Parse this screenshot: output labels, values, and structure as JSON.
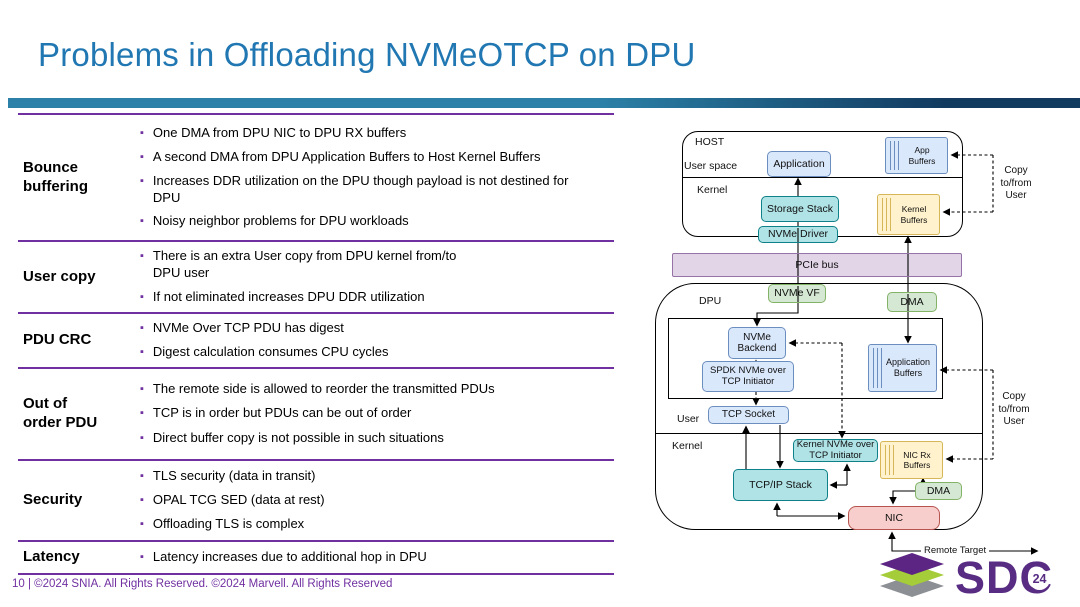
{
  "slide": {
    "title": "Problems in Offloading NVMeOTCP on DPU",
    "footer": "10 | ©2024 SNIA. All Rights Reserved. ©2024 Marvell. All Rights Reserved"
  },
  "colors": {
    "title_blue": "#2077b2",
    "header_bar_teal": "#2b81a8",
    "header_bar_navy": "#12395e",
    "table_line_purple": "#7030a0",
    "box_blue_fill": "#dae8fc",
    "box_teal_fill": "#b0e3e6",
    "box_green_fill": "#d5e8d4",
    "box_yellow_fill": "#fff2cc",
    "box_pink_fill": "#f8cecc",
    "pcie_lavender_fill": "#e1d5e7",
    "logo_purple": "#582c83"
  },
  "table": {
    "rows": [
      {
        "label": "Bounce\nbuffering",
        "bullets": [
          "One DMA from DPU NIC to DPU RX buffers",
          "A second DMA from DPU Application Buffers to Host Kernel Buffers",
          "Increases DDR utilization on the DPU  though payload is not destined for\nDPU",
          "Noisy neighbor problems for DPU workloads"
        ]
      },
      {
        "label": "User copy",
        "bullets": [
          "There is an extra User copy from DPU kernel from/to\nDPU user",
          "If not eliminated increases DPU DDR utilization"
        ]
      },
      {
        "label": "PDU CRC",
        "bullets": [
          "NVMe Over TCP PDU has digest",
          "Digest calculation consumes CPU cycles"
        ]
      },
      {
        "label": "Out of\norder PDU",
        "bullets": [
          "The remote side is allowed to reorder the transmitted PDUs",
          "TCP is in order but PDUs can be out of order",
          "Direct buffer copy is not possible in such situations"
        ]
      },
      {
        "label": "Security",
        "bullets": [
          "TLS security (data in transit)",
          "OPAL TCG SED (data at rest)",
          "Offloading TLS is complex"
        ]
      },
      {
        "label": "Latency",
        "bullets": [
          "Latency increases due to additional hop in DPU"
        ]
      }
    ]
  },
  "diagram": {
    "host": {
      "title": "HOST",
      "user_space": "User space",
      "kernel": "Kernel",
      "application": "Application",
      "app_buffers": "App Buffers",
      "storage_stack": "Storage Stack",
      "nvme_driver": "NVMe Driver",
      "kernel_buffers": "Kernel Buffers"
    },
    "pcie_bus": "PCIe bus",
    "dpu": {
      "title": "DPU",
      "nvme_vf": "NVMe VF",
      "dma_top": "DMA",
      "nvme_backend": "NVMe Backend",
      "spdk_initiator": "SPDK NVMe over TCP Initiator",
      "application_buffers": "Application Buffers",
      "tcp_socket": "TCP Socket",
      "user": "User",
      "kernel": "Kernel",
      "kernel_initiator": "Kernel NVMe over TCP Initiator",
      "nic_rx_buffers": "NIC Rx Buffers",
      "tcpip_stack": "TCP/IP Stack",
      "dma_bottom": "DMA",
      "nic": "NIC"
    },
    "annotations": {
      "copy_user_top": "Copy\nto/from\nUser",
      "copy_user_bottom": "Copy\nto/from\nUser",
      "remote_target": "Remote Target"
    }
  },
  "logo": {
    "sdc": "SDC",
    "year_badge": "24"
  }
}
